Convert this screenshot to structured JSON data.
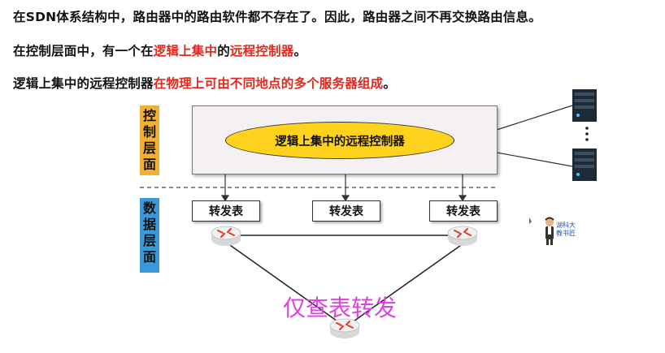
{
  "lines": {
    "l1": "在SDN体系结构中，路由器中的路由软件都不存在了。因此，路由器之间不再交换路由信息。",
    "l2_a": "在控制层面中，有一个在",
    "l2_b": "逻辑上集中",
    "l2_c": "的",
    "l2_d": "远程控制器",
    "l2_e": "。",
    "l3_a": "逻辑上集中的远程控制器",
    "l3_b": "在物理上可由不同地点的多个服务器组成",
    "l3_c": "。"
  },
  "diagram": {
    "control_tag": "控制层面",
    "data_tag": "数据层面",
    "controller_label": "逻辑上集中的远程控制器",
    "forwarding_tables": [
      "转发表",
      "转发表",
      "转发表"
    ],
    "lookup_label": "仅查表转发",
    "teacher_label": "湖科大教书匠"
  },
  "colors": {
    "highlight": "#e0281c",
    "control_tag": "#f2b133",
    "data_tag": "#3a9ad9",
    "controller": "#ffd21e",
    "lookup_text": "#e040e0"
  }
}
